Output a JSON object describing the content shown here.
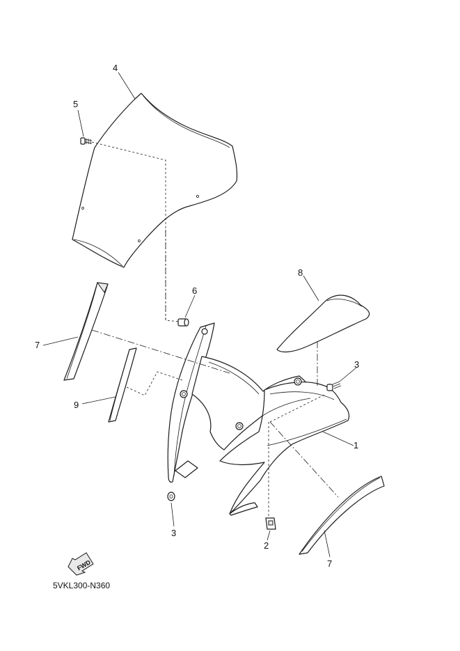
{
  "callouts": {
    "c1": "1",
    "c2": "2",
    "c3a": "3",
    "c3b": "3",
    "c4": "4",
    "c5": "5",
    "c6": "6",
    "c7a": "7",
    "c7b": "7",
    "c8": "8",
    "c9": "9"
  },
  "fwd_arrow": {
    "label": "FWD"
  },
  "diagram_code": "5VKL300-N360"
}
